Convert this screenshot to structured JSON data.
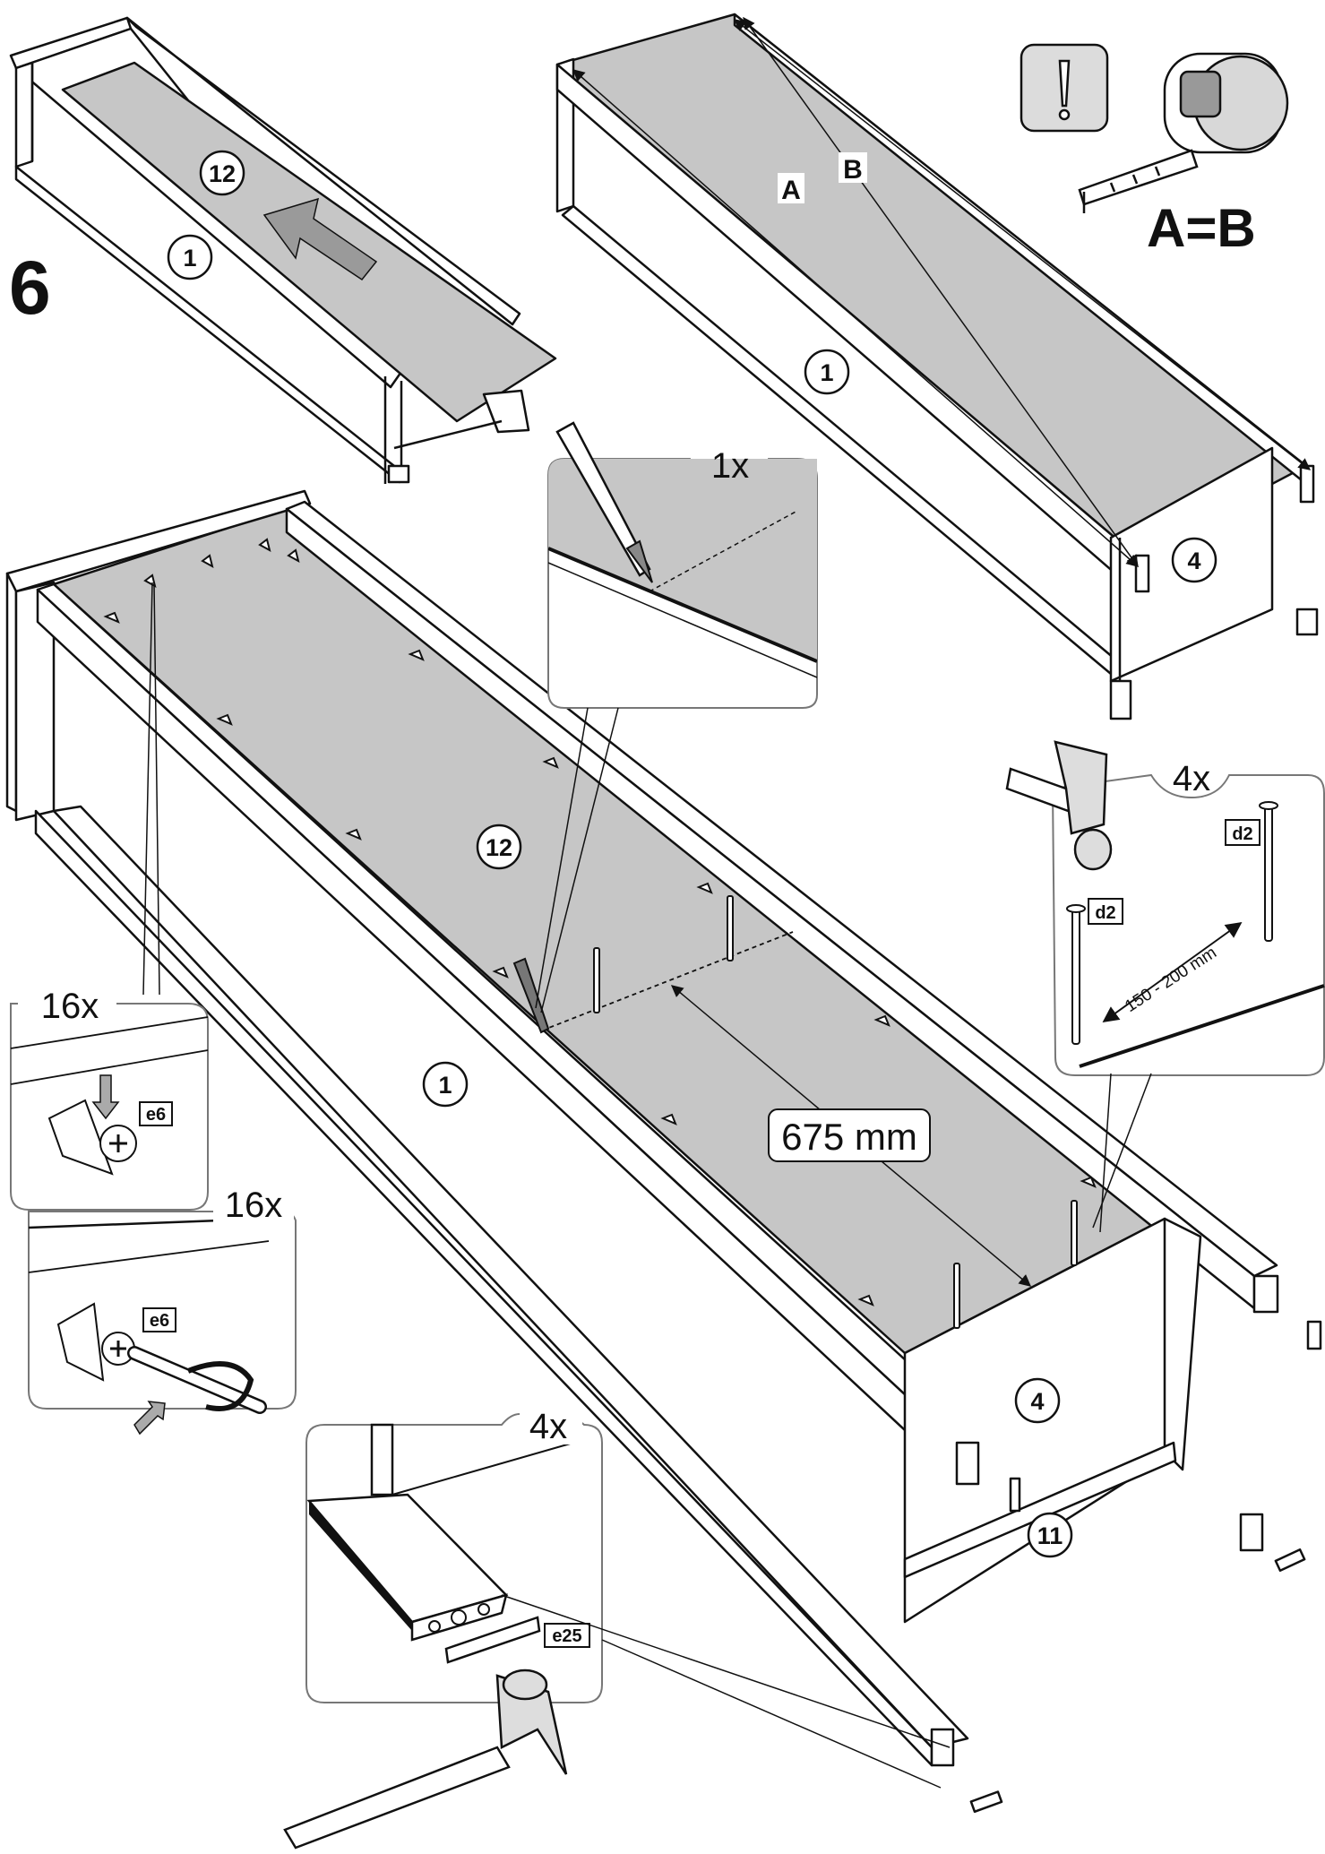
{
  "step": {
    "number": "6"
  },
  "parts": {
    "side": "1",
    "back_panel": "12",
    "end_panel": "4",
    "crossbar": "11"
  },
  "labels": {
    "diag_a": "A",
    "diag_b": "B",
    "equation": "A=B",
    "measure": "675 mm",
    "nail_spacing": "150 - 200 mm",
    "nail_code": "d2",
    "screw_code": "e6",
    "cap_code": "e25"
  },
  "counts": {
    "pencil": "1x",
    "nails": "4x",
    "screws_a": "16x",
    "screws_b": "16x",
    "caps": "4x"
  },
  "icons": {
    "attention": "exclamation-icon",
    "tape": "tape-measure-icon",
    "hammer": "hammer-icon",
    "pencil": "pencil-icon",
    "screwdriver": "screwdriver-icon"
  },
  "colors": {
    "panel": "#c6c6c6",
    "ink": "#111111",
    "paper": "#ffffff"
  }
}
